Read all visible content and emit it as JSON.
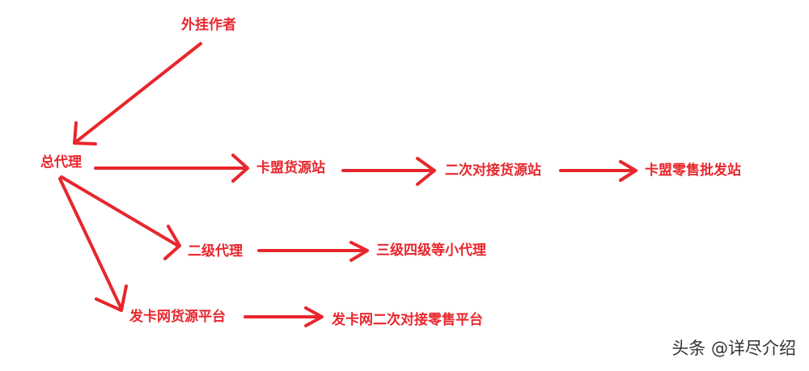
{
  "colors": {
    "ink": "#e8262d",
    "watermark": "#333333",
    "background": "#ffffff"
  },
  "nodes": {
    "plugin_author": "外挂作者",
    "general_agent": "总代理",
    "card_source_station": "卡盟货源站",
    "secondary_source_station": "二次对接货源站",
    "card_retail_wholesale_station": "卡盟零售批发站",
    "secondary_agent": "二级代理",
    "small_agents": "三级四级等小代理",
    "card_platform_source": "发卡网货源平台",
    "card_platform_secondary_retail": "发卡网二次对接零售平台"
  },
  "watermark": "头条 @详尽介绍"
}
